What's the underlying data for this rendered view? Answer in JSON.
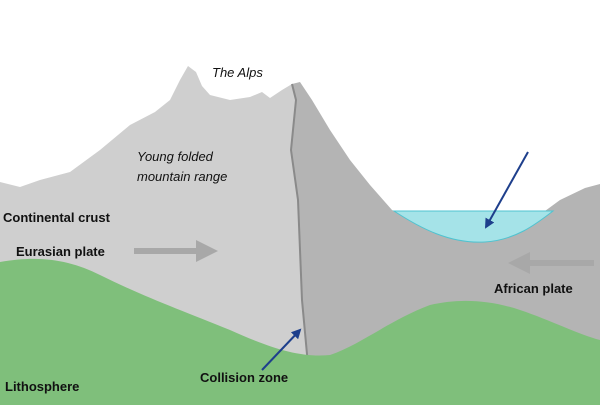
{
  "labels": {
    "the_alps": "The Alps",
    "young_folded_line1": "Young folded",
    "young_folded_line2": "mountain range",
    "continental_crust": "Continental crust",
    "eurasian_plate": "Eurasian plate",
    "african_plate": "African plate",
    "collision_zone": "Collision zone",
    "lithosphere": "Lithosphere"
  },
  "colors": {
    "crust_left": "#cfcfcf",
    "crust_right": "#b4b4b4",
    "lithosphere": "#7fbf7b",
    "sea": "#a5e3e8",
    "sea_surface": "#4fc3d0",
    "plate_arrow": "#a8a8a8",
    "pointer_arrow": "#1e3f8c"
  }
}
